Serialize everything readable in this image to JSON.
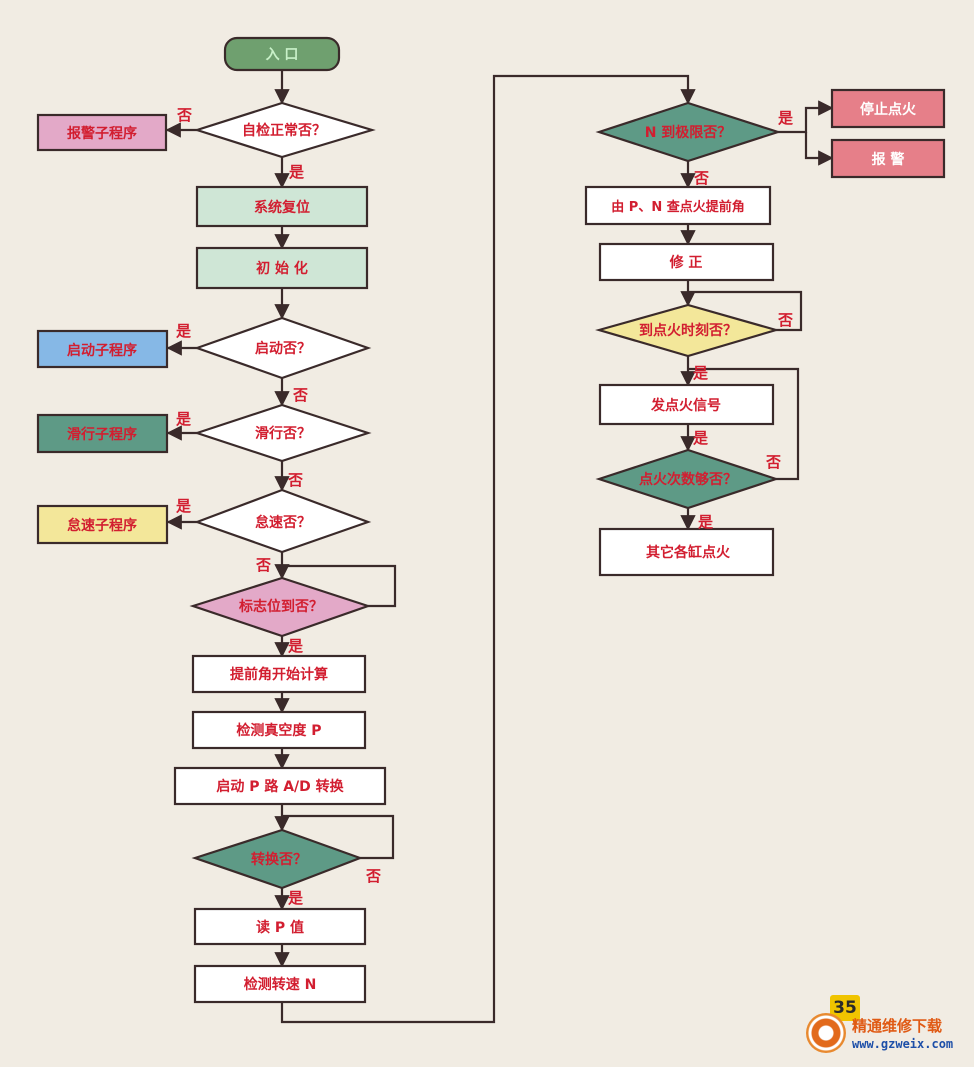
{
  "colors": {
    "green_dark": "#6fa06f",
    "mint": "#cfe6d6",
    "pink": "#e3a9c8",
    "blue": "#86b8e6",
    "teal": "#5e9a86",
    "yellow": "#f3e79a",
    "white": "#ffffff",
    "red_fill": "#e67f89",
    "text_red": "#d21e30"
  },
  "labels": {
    "yes": "是",
    "no": "否"
  },
  "nodes": {
    "entry": "入 口",
    "self_check": "自检正常否？",
    "alarm_sub": "报警子程序",
    "sys_reset": "系统复位",
    "init": "初 始 化",
    "start_q": "启动否？",
    "start_sub": "启动子程序",
    "coast_q": "滑行否？",
    "coast_sub": "滑行子程序",
    "idle_q": "怠速否？",
    "idle_sub": "怠速子程序",
    "flag_q": "标志位到否？",
    "advance_calc": "提前角开始计算",
    "detect_p": "检测真空度 P",
    "start_ad": "启动 P 路 A/D 转换",
    "convert_q": "转换否？",
    "read_p": "读 P 值",
    "detect_n": "检测转速 N",
    "n_limit_q": "N 到极限否？",
    "stop_ign": "停止点火",
    "alarm": "报 警",
    "lookup": "由 P、N 查点火提前角",
    "correct": "修 正",
    "ign_time_q": "到点火时刻否？",
    "send_signal": "发点火信号",
    "count_q": "点火次数够否？",
    "other_cyl": "其它各缸点火"
  },
  "logo": {
    "page_number": "35",
    "site_name": "精通维修下载",
    "url": "www.gzweix.com"
  }
}
